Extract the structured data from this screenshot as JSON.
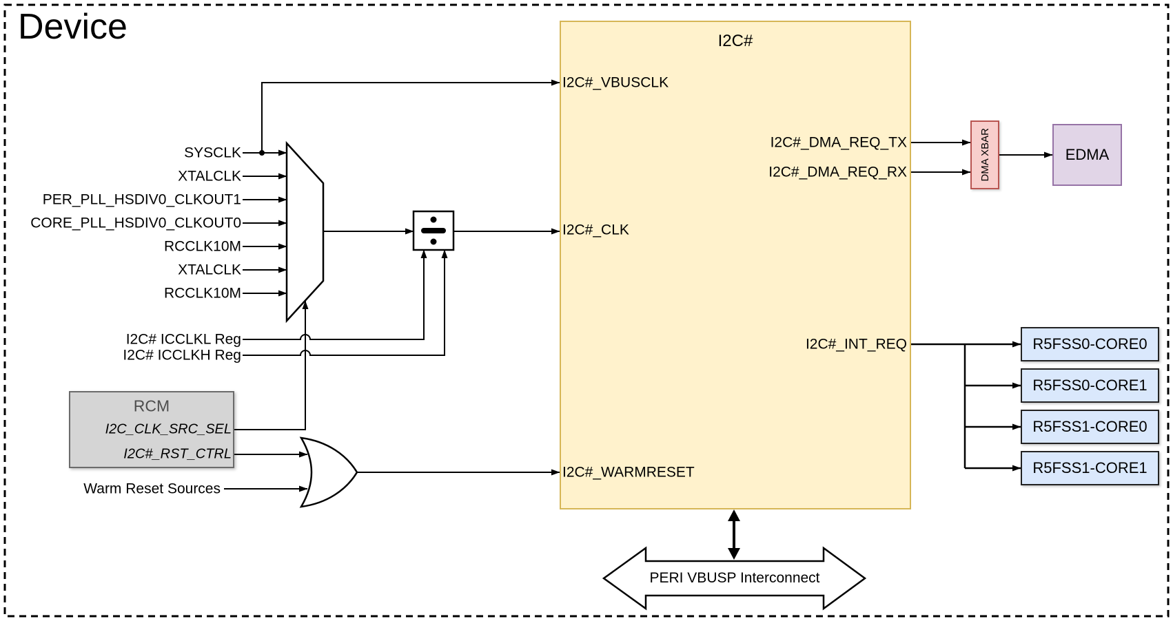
{
  "device": {
    "title": "Device"
  },
  "i2c_block": {
    "title": "I2C#",
    "inputs": {
      "vbusclk": "I2C#_VBUSCLK",
      "clk": "I2C#_CLK",
      "warmreset": "I2C#_WARMRESET"
    },
    "outputs": {
      "dma_req_tx": "I2C#_DMA_REQ_TX",
      "dma_req_rx": "I2C#_DMA_REQ_RX",
      "int_req": "I2C#_INT_REQ"
    }
  },
  "clock_mux": {
    "inputs": [
      "SYSCLK",
      "XTALCLK",
      "PER_PLL_HSDIV0_CLKOUT1",
      "CORE_PLL_HSDIV0_CLKOUT0",
      "RCCLK10M",
      "XTALCLK",
      "RCCLK10M"
    ]
  },
  "divider_registers": [
    "I2C# ICCLKL Reg",
    "I2C# ICCLKH Reg"
  ],
  "rcm": {
    "title": "RCM",
    "registers": [
      "I2C_CLK_SRC_SEL",
      "I2C#_RST_CTRL"
    ]
  },
  "reset": {
    "warm_reset_sources": "Warm Reset Sources"
  },
  "dma": {
    "xbar_label": "DMA XBAR",
    "edma_label": "EDMA"
  },
  "interrupt_targets": [
    "R5FSS0-CORE0",
    "R5FSS0-CORE1",
    "R5FSS1-CORE0",
    "R5FSS1-CORE1"
  ],
  "interconnect": {
    "label": "PERI VBUSP Interconnect"
  },
  "colors": {
    "i2c_fill": "#FFF2CC",
    "i2c_stroke": "#D6B656",
    "rcm_fill": "#D5D5D5",
    "rcm_stroke": "#6B6B6B",
    "xbar_fill": "#F8CECC",
    "xbar_stroke": "#B85450",
    "edma_fill": "#E1D5E7",
    "edma_stroke": "#9673A6",
    "core_fill": "#DAE8FC",
    "core_stroke": "#222222",
    "line": "#000000"
  }
}
